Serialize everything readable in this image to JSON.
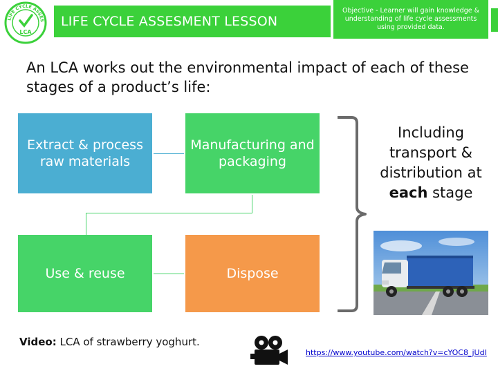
{
  "header": {
    "logo_text": "LIFE CYCLE ASSESSMENT",
    "logo_abbr": "LCA",
    "title": "LIFE CYCLE ASSESMENT LESSON",
    "objective": "Objective - Learner will gain knowledge & understanding of life cycle assessments using provided data."
  },
  "intro": "An LCA works out the environmental impact of each of these stages of a product’s life:",
  "stages": {
    "extract": "Extract & process raw materials",
    "manufacture": "Manufacturing and packaging",
    "use": "Use & reuse",
    "dispose": "Dispose"
  },
  "side_note": {
    "line1": "Including transport & distribution at",
    "bold": "each",
    "line2": "stage"
  },
  "video": {
    "label": "Video:",
    "caption": "LCA of strawberry yoghurt.",
    "link": "https://www.youtube.com/watch?v=cYOC8_jUdI"
  },
  "colors": {
    "green": "#3bd13a",
    "blue": "#4baed2",
    "orange": "#f5994a"
  },
  "icons": [
    "lca-logo-icon",
    "bracket-icon",
    "truck-image",
    "video-camera-icon"
  ]
}
